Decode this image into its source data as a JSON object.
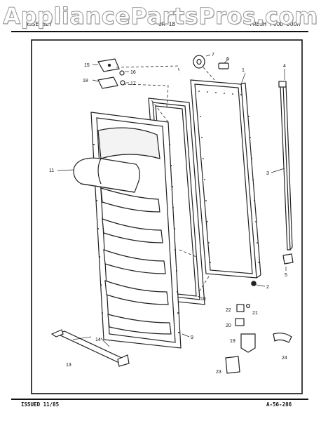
{
  "watermark": "AppliancePartsPros.com",
  "header": {
    "left": "ASSEMBLY",
    "middle": "OR 18",
    "right": "FRESH FOOD DOOR"
  },
  "footer": {
    "issued": "ISSUED 11/85",
    "code": "A-56-286"
  },
  "callouts": {
    "c1": "1",
    "c2": "2",
    "c3": "3",
    "c4": "4",
    "c5": "5",
    "c6": "6",
    "c7": "7",
    "c9": "9",
    "c10": "10",
    "c11": "11",
    "c13": "13",
    "c14": "14",
    "c15": "15",
    "c16": "16",
    "c17": "17",
    "c18": "18",
    "c19": "19",
    "c20": "20",
    "c21": "21",
    "c22": "22",
    "c23": "23",
    "c24": "24"
  }
}
